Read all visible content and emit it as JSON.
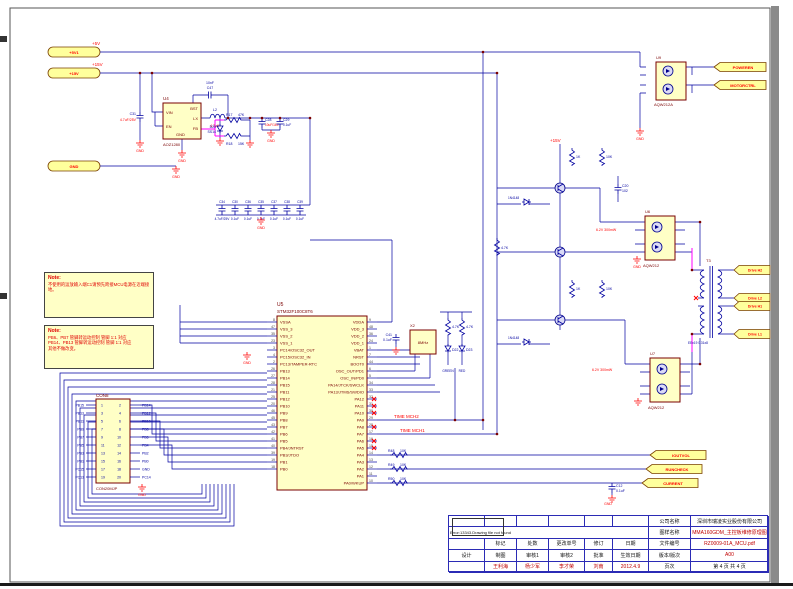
{
  "flags": {
    "p5v_port": "+5V1",
    "p5v_net": "+5V",
    "p15v_port": "+15V",
    "p15v_net": "+15V",
    "gnd_port": "GND",
    "gnd": "GND",
    "p15v_mid": "+15V",
    "right_ports": [
      "POWEREN",
      "MOTORCTRL"
    ],
    "drive_ports": [
      "Drive H2",
      "Drive L2",
      "Drive H1",
      "Drive L1"
    ],
    "out_ports": [
      "IOUTVOL",
      "RUNCHECK",
      "CURRENT"
    ]
  },
  "regulator": {
    "ref": "U4",
    "part": "AOZ1280",
    "pin_vin": "VIN",
    "pin_en": "EN",
    "pin_gnd": "GND",
    "pin_bst": "BST",
    "pin_lx": "LX",
    "pin_fb": "FB",
    "c31_ref": "C31",
    "c31_val": "4.7uF/25V",
    "c47_ref": "C47",
    "c47_val": "10nF",
    "l2_ref": "L2",
    "l2_val": "4.7uH",
    "d20_ref": "D20",
    "d20_val": "SS14",
    "r17_ref": "R17",
    "r17_val": "47K",
    "r18_ref": "R18",
    "r18_val": "15K",
    "c28_ref": "C28",
    "c28_val": "10uF/16V",
    "c29_ref": "C29",
    "c29_val": "0.1uF"
  },
  "cap_bank": [
    {
      "ref": "C34",
      "val": "4.7uF/25V"
    },
    {
      "ref": "C30",
      "val": "0.1uF"
    },
    {
      "ref": "C36",
      "val": "0.1uF"
    },
    {
      "ref": "C35",
      "val": "0.1uF"
    },
    {
      "ref": "C37",
      "val": "0.1uF"
    },
    {
      "ref": "C38",
      "val": "0.1uF"
    },
    {
      "ref": "C39",
      "val": "0.1uF"
    }
  ],
  "notes": {
    "n1_title": "Note:",
    "n1_text": "不使用的运放输入端C1请预先跨接MCU电源在近端接地。",
    "n2_title": "Note:",
    "n2_lines": [
      "PB6、PB7 管脚转运动控制 管脚 1:1 对应",
      "PB14、PB13 管脚转运动控制 管脚 1:1 对应",
      "其他不做改变。"
    ]
  },
  "mcu": {
    "ref": "U5",
    "part": "STM32F100C8T6",
    "left_pins": [
      {
        "num": "8",
        "name": "VSSA"
      },
      {
        "num": "47",
        "name": "VSS_3"
      },
      {
        "num": "35",
        "name": "VSS_2"
      },
      {
        "num": "23",
        "name": "VSS_1"
      },
      {
        "num": "3",
        "name": "PC14/OSC32_OUT"
      },
      {
        "num": "4",
        "name": "PC15/OSC32_IN"
      },
      {
        "num": "2",
        "name": "PC13/TAMPER-RTC"
      },
      {
        "num": "26",
        "name": "PB13"
      },
      {
        "num": "27",
        "name": "PB14"
      },
      {
        "num": "28",
        "name": "PB15"
      },
      {
        "num": "21",
        "name": "PB11"
      },
      {
        "num": "25",
        "name": "PB12"
      },
      {
        "num": "20",
        "name": "PB10"
      },
      {
        "num": "46",
        "name": "PB9"
      },
      {
        "num": "45",
        "name": "PB8"
      },
      {
        "num": "43",
        "name": "PB7"
      },
      {
        "num": "42",
        "name": "PB6"
      },
      {
        "num": "41",
        "name": "PB5"
      },
      {
        "num": "40",
        "name": "PB4/JNTRST"
      },
      {
        "num": "39",
        "name": "PB3/JTDO"
      },
      {
        "num": "19",
        "name": "PB1"
      },
      {
        "num": "18",
        "name": "PB0"
      }
    ],
    "right_pins": [
      {
        "num": "9",
        "name": "VDDA"
      },
      {
        "num": "48",
        "name": "VDD_3"
      },
      {
        "num": "36",
        "name": "VDD_2"
      },
      {
        "num": "24",
        "name": "VDD_1"
      },
      {
        "num": "1",
        "name": "VBAT"
      },
      {
        "num": "7",
        "name": "NRST"
      },
      {
        "num": "44",
        "name": "BOOT0"
      },
      {
        "num": "6",
        "name": "OSC_OUT/PD1"
      },
      {
        "num": "5",
        "name": "OSC_IN/PD0"
      },
      {
        "num": "34",
        "name": "PA14/JTCK/SWCLK"
      },
      {
        "num": "33",
        "name": "PA13/JTMS/SWDIO"
      },
      {
        "num": "32",
        "name": "PA12"
      },
      {
        "num": "31",
        "name": "PA11"
      },
      {
        "num": "30",
        "name": "PA10"
      },
      {
        "num": "29",
        "name": "PA9"
      },
      {
        "num": "28",
        "name": "PA8"
      },
      {
        "num": "17",
        "name": "PA7"
      },
      {
        "num": "16",
        "name": "PA6"
      },
      {
        "num": "15",
        "name": "PA5"
      },
      {
        "num": "14",
        "name": "PA4"
      },
      {
        "num": "13",
        "name": "PA3"
      },
      {
        "num": "12",
        "name": "PA2"
      },
      {
        "num": "11",
        "name": "PA1"
      },
      {
        "num": "10",
        "name": "PA0/WKUP"
      }
    ]
  },
  "osc": {
    "ref": "X2",
    "val": "8MHz",
    "c41_ref": "C41",
    "c41_val": "0.1uF"
  },
  "leds": {
    "r1_val": "4.7K",
    "r2_val": "4.7K",
    "d22_ref": "D22",
    "d23_ref": "D23",
    "d22_col": "GREEN",
    "d23_col": "RED"
  },
  "time_labels": {
    "t2": "TIME MCH2",
    "t1": "TIME MCH1"
  },
  "con20": {
    "ref": "CON8",
    "part": "CON20MJP",
    "rows": [
      {
        "n1": "1",
        "n2": "2",
        "l": "PB15",
        "r": "PB14"
      },
      {
        "n1": "3",
        "n2": "4",
        "l": "PB13",
        "r": "PB12"
      },
      {
        "n1": "5",
        "n2": "6",
        "l": "PB11",
        "r": "PB10"
      },
      {
        "n1": "7",
        "n2": "8",
        "l": "PB9",
        "r": "PB8"
      },
      {
        "n1": "9",
        "n2": "10",
        "l": "PB7",
        "r": "PB6"
      },
      {
        "n1": "11",
        "n2": "12",
        "l": "PB5",
        "r": "PB4"
      },
      {
        "n1": "13",
        "n2": "14",
        "l": "PB3",
        "r": "PB2"
      },
      {
        "n1": "15",
        "n2": "16",
        "l": "PB1",
        "r": "PB0"
      },
      {
        "n1": "17",
        "n2": "18",
        "l": "PC15",
        "r": "GND"
      },
      {
        "n1": "19",
        "n2": "20",
        "l": "PC13",
        "r": "PC14"
      }
    ]
  },
  "cluster": {
    "r1": "1K",
    "r2": "10K",
    "r3": "1K",
    "r4": "10K",
    "r47k": "4.7K",
    "d21": "1N4148",
    "d24": "1N4148",
    "c20_ref": "C20",
    "c20_val": "102",
    "zener1": "6.2V 300mW",
    "zener2": "6.2V 300mW"
  },
  "optos": {
    "u9_ref": "U9",
    "u9_part": "AQW212A",
    "u6_ref": "U6",
    "u6_part": "AQW212",
    "u7_ref": "U7",
    "u7_part": "AQW212"
  },
  "transformer": {
    "ref": "T3",
    "core": "EEx19 0.31x8"
  },
  "bottom": {
    "r48": "R48",
    "r48v": "10K",
    "r49": "R49",
    "r49v": "10K",
    "r50": "R50",
    "r50v": "10K",
    "c12_ref": "C12",
    "c12_val": "0.1uF"
  },
  "title_block": {
    "error_text": "Error:13343.Drawing file not found",
    "company_label": "公司名称",
    "company": "深圳市瑞凌实业股份有限公司",
    "drawing_label": "图样名称",
    "drawing": "MMA160GDM_主控板维修原理图",
    "file_label": "文件编号",
    "file": "RZ0009-01A_MCU.pdf",
    "version_label": "版本/版次",
    "version": "A00",
    "page_label": "页次",
    "page": "第 4 页  共 4 页",
    "row_labels": [
      "标记",
      "处数",
      "更改单号",
      "修订",
      "日期"
    ],
    "sign_labels": [
      "设计",
      "制图",
      "审核1",
      "审核2",
      "批准",
      "生效日期"
    ],
    "names": [
      "王利海",
      "杨少军",
      "李才荣",
      "刘南",
      "2012.4.9"
    ]
  }
}
